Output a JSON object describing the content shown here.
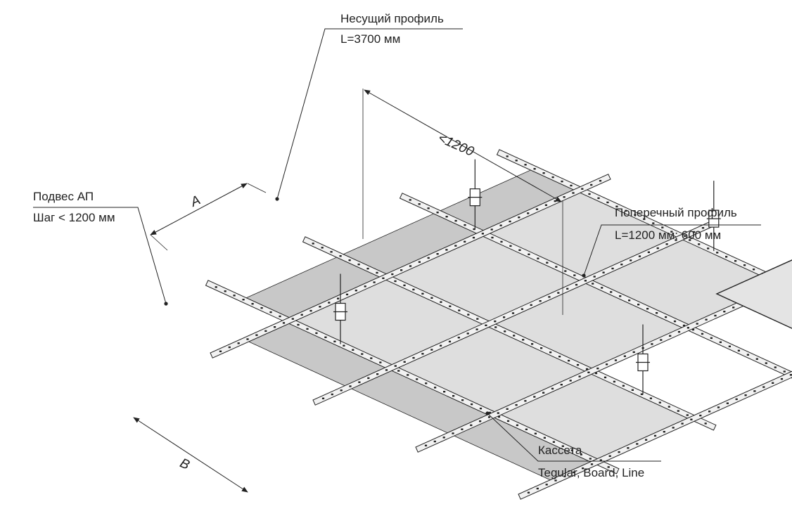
{
  "callouts": {
    "main_profile": {
      "title": "Несущий профиль",
      "detail": "L=3700 мм"
    },
    "hanger": {
      "title": "Подвес АП",
      "detail": "Шаг < 1200 мм"
    },
    "cross_profile": {
      "title": "Поперечный профиль",
      "detail": "L=1200 мм; 600 мм"
    },
    "cassette": {
      "title": "Кассета",
      "detail": "Tegular, Board, Line"
    }
  },
  "dimensions": {
    "span": "<1200",
    "a": "A",
    "b": "B"
  },
  "colors": {
    "line": "#222222",
    "panel": "#dedede",
    "rail": "#f2f2f2",
    "edge": "#c8c8c8"
  }
}
